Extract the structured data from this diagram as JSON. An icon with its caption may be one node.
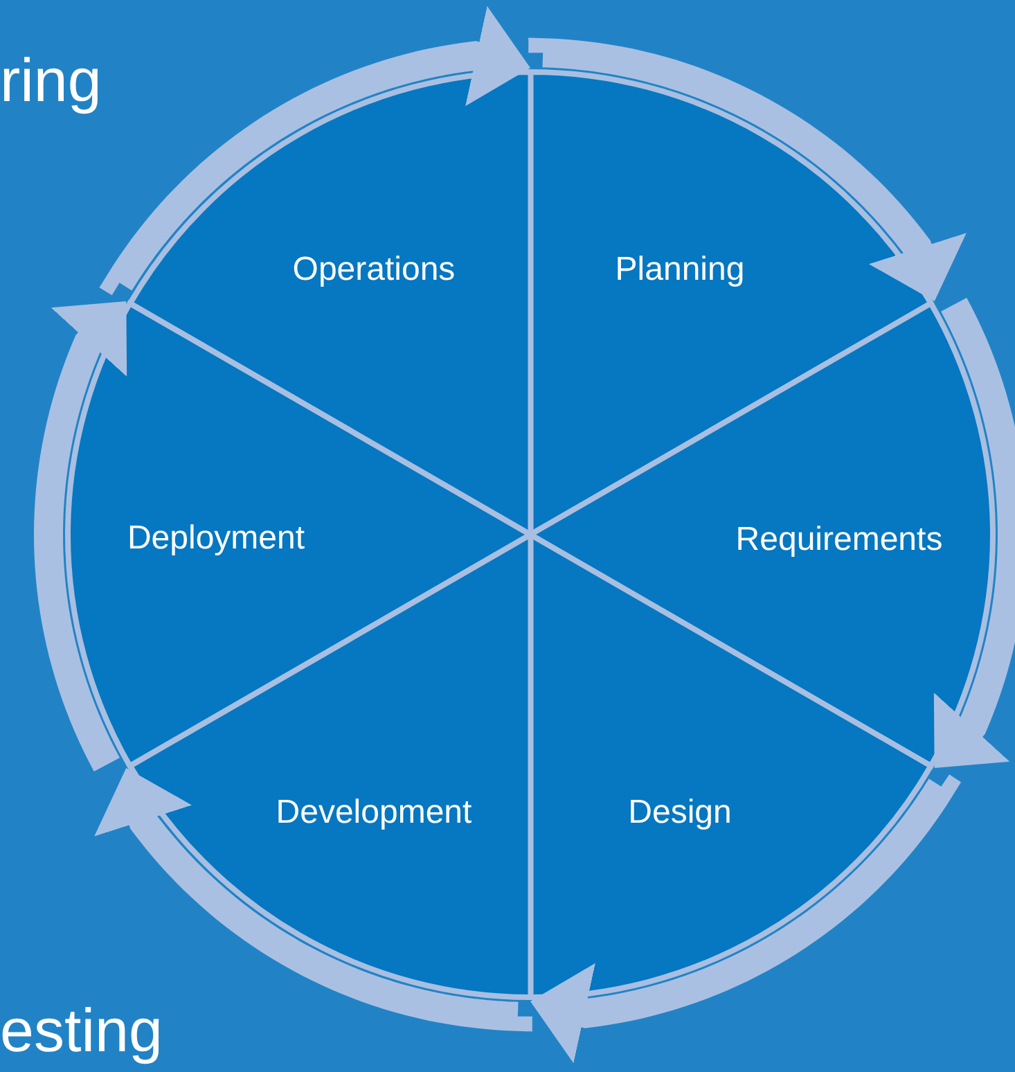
{
  "diagram": {
    "nodes": [
      {
        "text": [
          "Planning"
        ]
      },
      {
        "text": [
          "Requirements"
        ]
      },
      {
        "text": [
          "Design"
        ]
      },
      {
        "text": [
          "Development"
        ]
      },
      {
        "text": [
          "Deployment"
        ]
      },
      {
        "text": [
          "Operations"
        ]
      }
    ],
    "edges": [
      {
        "from": 0,
        "to": 1,
        "arrow": "to"
      },
      {
        "from": 1,
        "to": 2,
        "arrow": "to"
      },
      {
        "from": 2,
        "to": 3,
        "arrow": "to"
      },
      {
        "from": 3,
        "to": 4,
        "arrow": "to"
      },
      {
        "from": 4,
        "to": 5,
        "arrow": "to"
      },
      {
        "from": 5,
        "to": 0,
        "arrow": "to"
      }
    ],
    "labels": [
      "ring",
      "esting"
    ]
  }
}
